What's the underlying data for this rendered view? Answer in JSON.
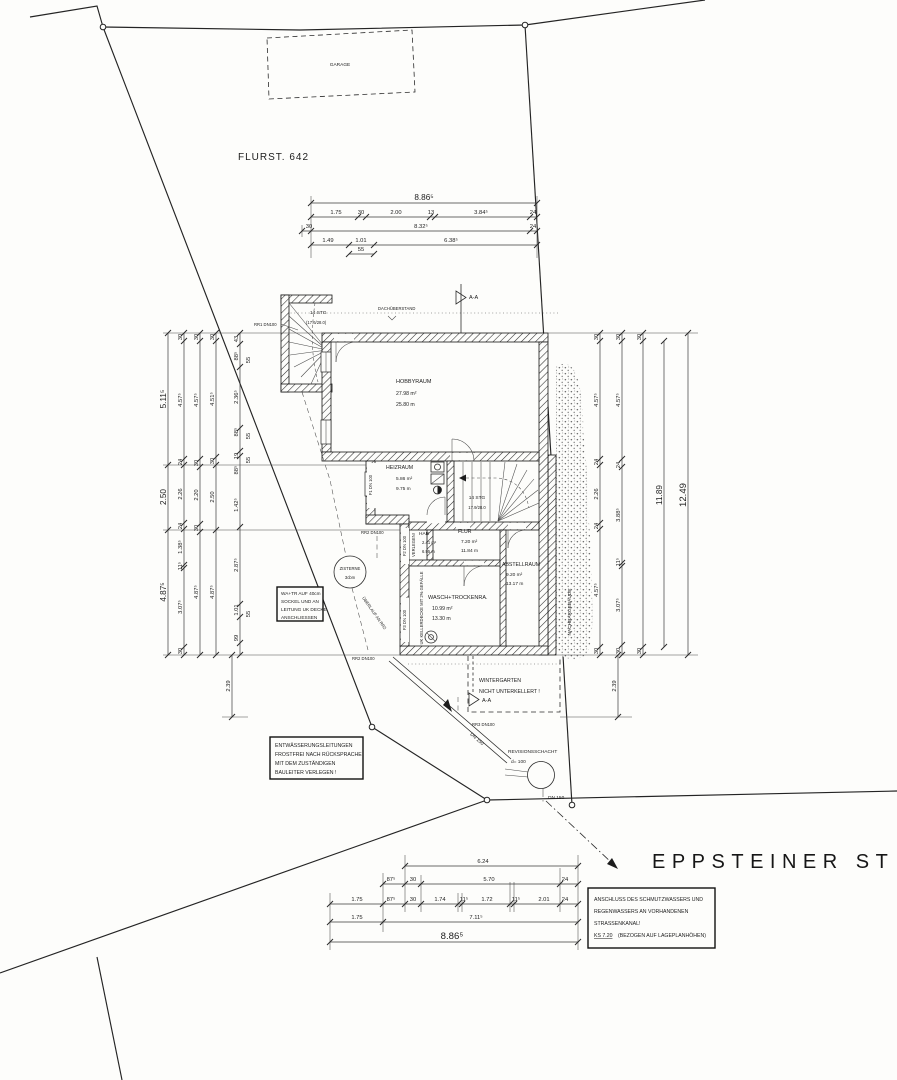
{
  "site": {
    "flurst_label": "FLURST. 642",
    "garage_label": "GARAGE",
    "street_name": "EPPSTEINER ST"
  },
  "rooms": {
    "hobbyraum": {
      "name": "HOBBYRAUM",
      "area": "27.98 m²",
      "perimeter": "25.80 m"
    },
    "heizraum": {
      "name": "HEIZRAUM",
      "area": "5.86 m²",
      "perimeter": "9.75 m"
    },
    "flur": {
      "name": "FLUR",
      "area": "7.20 m²",
      "perimeter": "11.84 m"
    },
    "har": {
      "name": "HAR",
      "area": "2.41 m²",
      "perimeter": "6.95 m"
    },
    "abstellraum": {
      "name": "ABSTELLRAUM",
      "area": "9.20 m²",
      "perimeter": "13.17 m"
    },
    "wasch": {
      "name": "WASCH+TROCKENRA.",
      "area": "10.99 m²",
      "perimeter": "13.30 m"
    },
    "wintergarten": {
      "name": "WINTERGARTEN",
      "note": "NICHT UNTERKELLERT !"
    }
  },
  "stairs": {
    "exterior": {
      "line1": "14 STG",
      "line2": "(17.6/28.0)"
    },
    "interior": {
      "line1": "14 STG",
      "line2": "17.9/28.0"
    }
  },
  "labels": {
    "dachueberstand": "DACHÜBERSTAND",
    "nachbargebaeude": "NACHBARGEBÄUDE",
    "zisterne_line1": "ZISTERNE",
    "zisterne_line2": "3cbm",
    "rr1": "RR1 DN100",
    "rr2_upper": "RR2 DN100",
    "rr2_lower": "RR2 DN100",
    "rr3": "RR3 DN100",
    "dn150_pipe": "DN 150",
    "dn150_shaft": "DN 150",
    "ueberlauf": "ÜBERLAUF AN RR2",
    "f1": "F1 DN 100",
    "f2": "F2 DN 100",
    "f3": "F3 DN 100",
    "verlegen": "VERLEGEN!",
    "uk_kellerdecke": "UK KELLERDECKE MIT 2% GEFÄLLE",
    "revisionsschacht_line1": "REVISIONSSCHACHT",
    "revisionsschacht_line2": "d= 100",
    "section_aa_top": "A-A",
    "section_aa_bottom": "A-A"
  },
  "notes": {
    "sockel": [
      "WA+TR AUF 40cm",
      "SOCKEL UND AN",
      "LEITUNG UK DECKE",
      "ANSCHLIESSEN"
    ],
    "entwaesserung": [
      "ENTWÄSSERUNGSLEITUNGEN",
      "FROSTFREI NACH RÜCKSPRACHE",
      "MIT DEM ZUSTÄNDIGEN",
      "BAULEITER VERLEGEN !"
    ],
    "anschluss": [
      "ANSCHLUSS DES SCHMUTZWASSERS UND",
      "REGENWASSERS AN VORHANDENEN",
      "STRASSENKANAL!"
    ],
    "anschluss_ks": "KS 7.20",
    "anschluss_ref": "(BEZOGEN AUF LAGEPLANHÖHEN)"
  },
  "dims": {
    "top": {
      "row1": [
        "8.86⁵"
      ],
      "row2": [
        "1.75",
        "30",
        "2.00",
        "13",
        "3.84⁵",
        "24"
      ],
      "row3": [
        "30",
        "8.32⁵",
        "24"
      ],
      "row4": [
        "1.49",
        "1.01",
        "6.38⁵"
      ],
      "row5": [
        "55"
      ]
    },
    "bottom": {
      "row1": [
        "6.24"
      ],
      "row2": [
        "87⁵",
        "30",
        "5.70",
        "24"
      ],
      "row3": [
        "1.75",
        "87⁵",
        "30",
        "1.74",
        "11⁵",
        "1.72",
        "11⁵",
        "2.01",
        "24"
      ],
      "row4": [
        "1.75",
        "7.11⁵"
      ],
      "row5": [
        "8.86⁵"
      ]
    },
    "left": {
      "c1": [
        "5.11⁵",
        "2.50",
        "4.87⁵"
      ],
      "c2": [
        "30",
        "4.57⁵",
        "24",
        "2.26",
        "24",
        "1.38⁵",
        "11⁵",
        "3.07⁵",
        "30"
      ],
      "c3": [
        "30",
        "4.57⁵",
        "30",
        "2.20",
        "30",
        "4.87⁵"
      ],
      "c4": [
        "30",
        "4.51⁵",
        "30",
        "2.50",
        "4.87⁵"
      ],
      "c5": [
        "43",
        "88⁵",
        "2.36⁵",
        "88⁵",
        "19",
        "88⁵",
        "1.42⁵",
        "2.87⁵",
        "1.01",
        "99"
      ],
      "c5b": [
        "55",
        "55",
        "55",
        "55"
      ],
      "c6": [
        "2.39"
      ]
    },
    "right": {
      "c1": [
        "30",
        "4.57⁵",
        "24",
        "2.26",
        "24",
        "4.57⁵",
        "30"
      ],
      "c2": [
        "30",
        "4.57⁵",
        "24",
        "3.88⁵",
        "11⁵",
        "3.07⁵",
        "30"
      ],
      "c3": [
        "30",
        "30"
      ],
      "c4": [
        "11.89"
      ],
      "c5": [
        "12.49"
      ],
      "c6": [
        "2.39"
      ]
    }
  }
}
